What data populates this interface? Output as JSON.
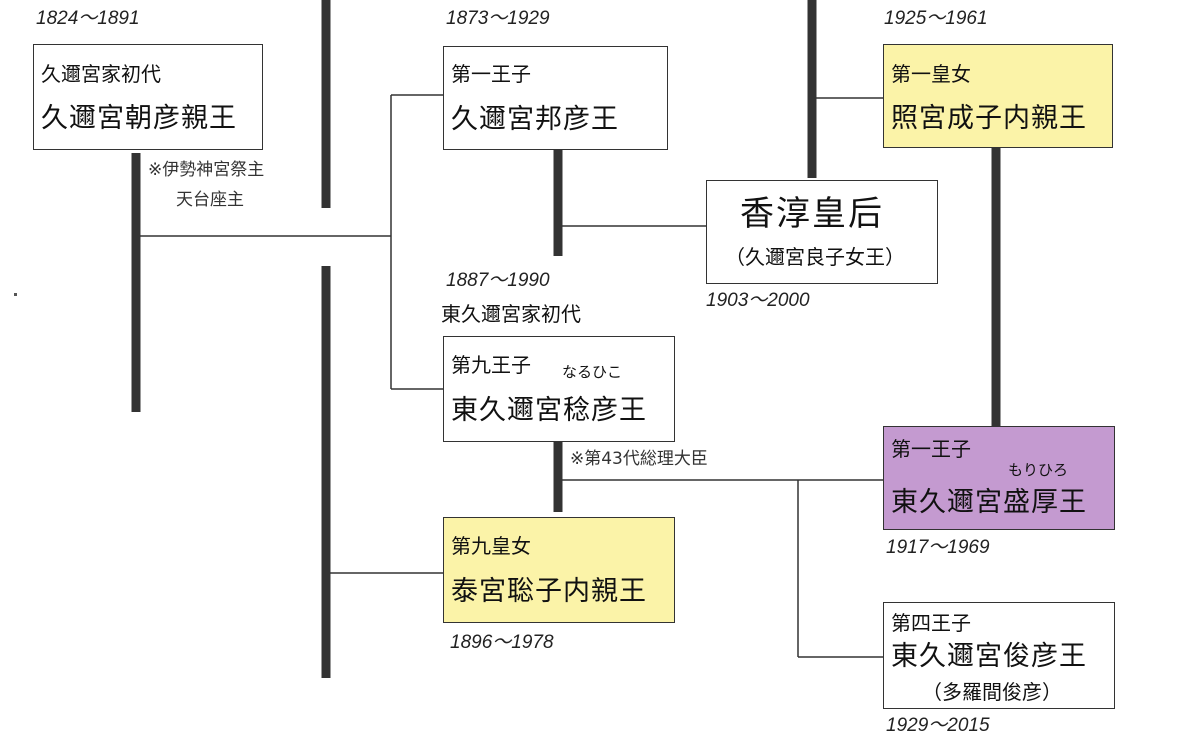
{
  "colors": {
    "yellow": "#fbf3a8",
    "purple": "#c49ad0",
    "line": "#333333"
  },
  "people": {
    "asahiko": {
      "years": "1824～1891",
      "title": "久邇宮家初代",
      "name": "久邇宮朝彦親王"
    },
    "kuniyoshi": {
      "years": "1873～1929",
      "title": "第一王子",
      "name": "久邇宮邦彦王"
    },
    "naruhiko": {
      "years": "1887～1990",
      "house": "東久邇宮家初代",
      "title": "第九王子",
      "reading": "なるひこ",
      "name": "東久邇宮稔彦王"
    },
    "satoko": {
      "years": "1896～1978",
      "title": "第九皇女",
      "name": "泰宮聡子内親王"
    },
    "kojun": {
      "years": "1903～2000",
      "name": "香淳皇后",
      "alias": "（久邇宮良子女王）"
    },
    "shigeko": {
      "years": "1925～1961",
      "title": "第一皇女",
      "name": "照宮成子内親王"
    },
    "morihiro": {
      "years": "1917～1969",
      "title": "第一王子",
      "reading": "もりひろ",
      "name": "東久邇宮盛厚王"
    },
    "toshihiko": {
      "years": "1929～2015",
      "title": "第四王子",
      "name": "東久邇宮俊彦王",
      "alias": "（多羅間俊彦）"
    }
  },
  "notes": {
    "asahiko_line1": "※伊勢神宮祭主",
    "asahiko_line2": "天台座主",
    "naruhiko": "※第43代総理大臣"
  }
}
